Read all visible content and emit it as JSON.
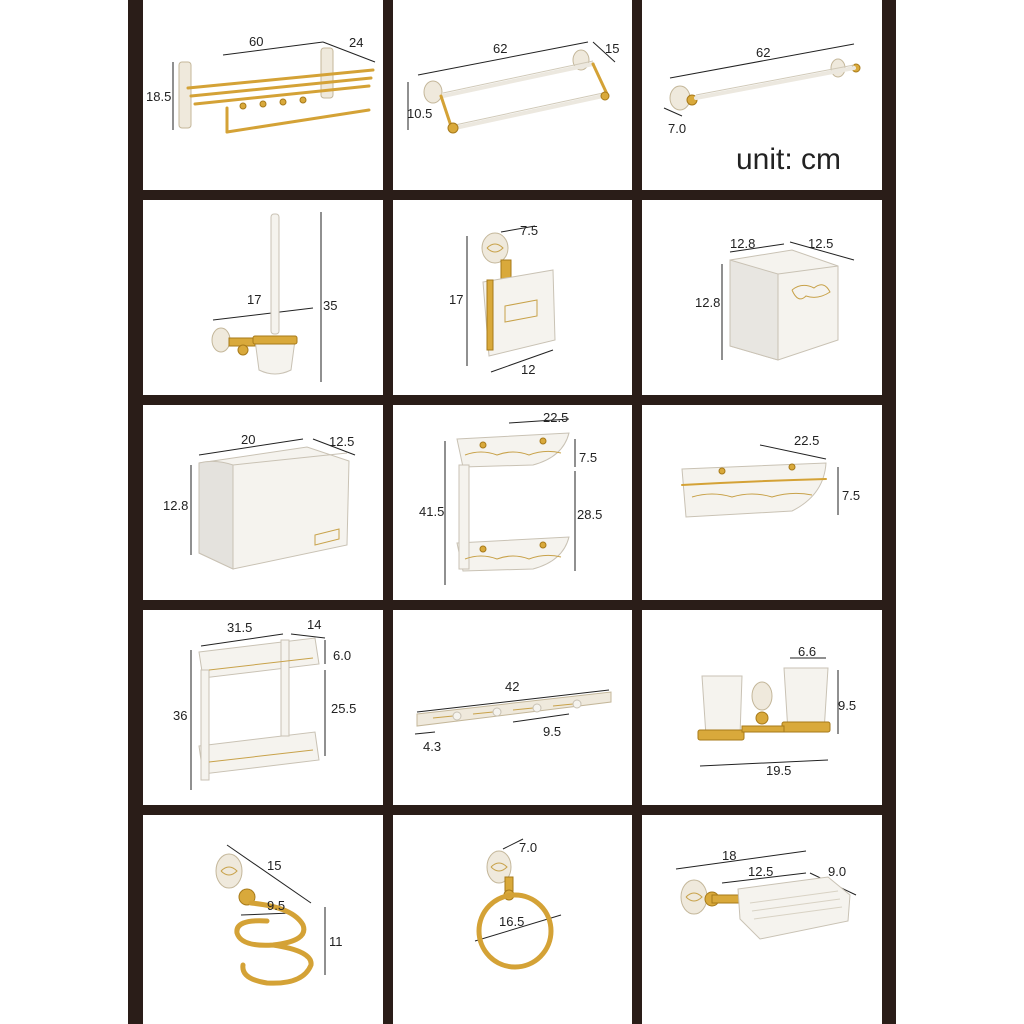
{
  "unit_label": "unit: cm",
  "products": [
    {
      "name": "towel-rack-shelf",
      "dims": [
        "60",
        "24",
        "18.5"
      ]
    },
    {
      "name": "double-towel-bar",
      "dims": [
        "62",
        "15",
        "10.5"
      ]
    },
    {
      "name": "single-towel-bar",
      "dims": [
        "62",
        "7.0"
      ]
    },
    {
      "name": "toilet-brush-holder",
      "dims": [
        "17",
        "35"
      ]
    },
    {
      "name": "toilet-paper-holder",
      "dims": [
        "7.5",
        "17",
        "12"
      ]
    },
    {
      "name": "covered-paper-box-small",
      "dims": [
        "12.8",
        "12.5",
        "12.8"
      ]
    },
    {
      "name": "covered-paper-box-large",
      "dims": [
        "20",
        "12.5",
        "12.8"
      ]
    },
    {
      "name": "corner-shelf-double",
      "dims": [
        "22.5",
        "7.5",
        "41.5",
        "28.5"
      ]
    },
    {
      "name": "corner-shelf-single",
      "dims": [
        "22.5",
        "7.5"
      ]
    },
    {
      "name": "rectangular-shelf-double",
      "dims": [
        "31.5",
        "14",
        "6.0",
        "36",
        "25.5"
      ]
    },
    {
      "name": "robe-hook-rail",
      "dims": [
        "42",
        "4.3",
        "9.5"
      ]
    },
    {
      "name": "double-cup-holder",
      "dims": [
        "6.6",
        "9.5",
        "19.5"
      ]
    },
    {
      "name": "hair-dryer-holder",
      "dims": [
        "15",
        "9.5",
        "11"
      ]
    },
    {
      "name": "towel-ring",
      "dims": [
        "7.0",
        "16.5"
      ]
    },
    {
      "name": "soap-dish",
      "dims": [
        "18",
        "12.5",
        "9.0"
      ]
    }
  ]
}
